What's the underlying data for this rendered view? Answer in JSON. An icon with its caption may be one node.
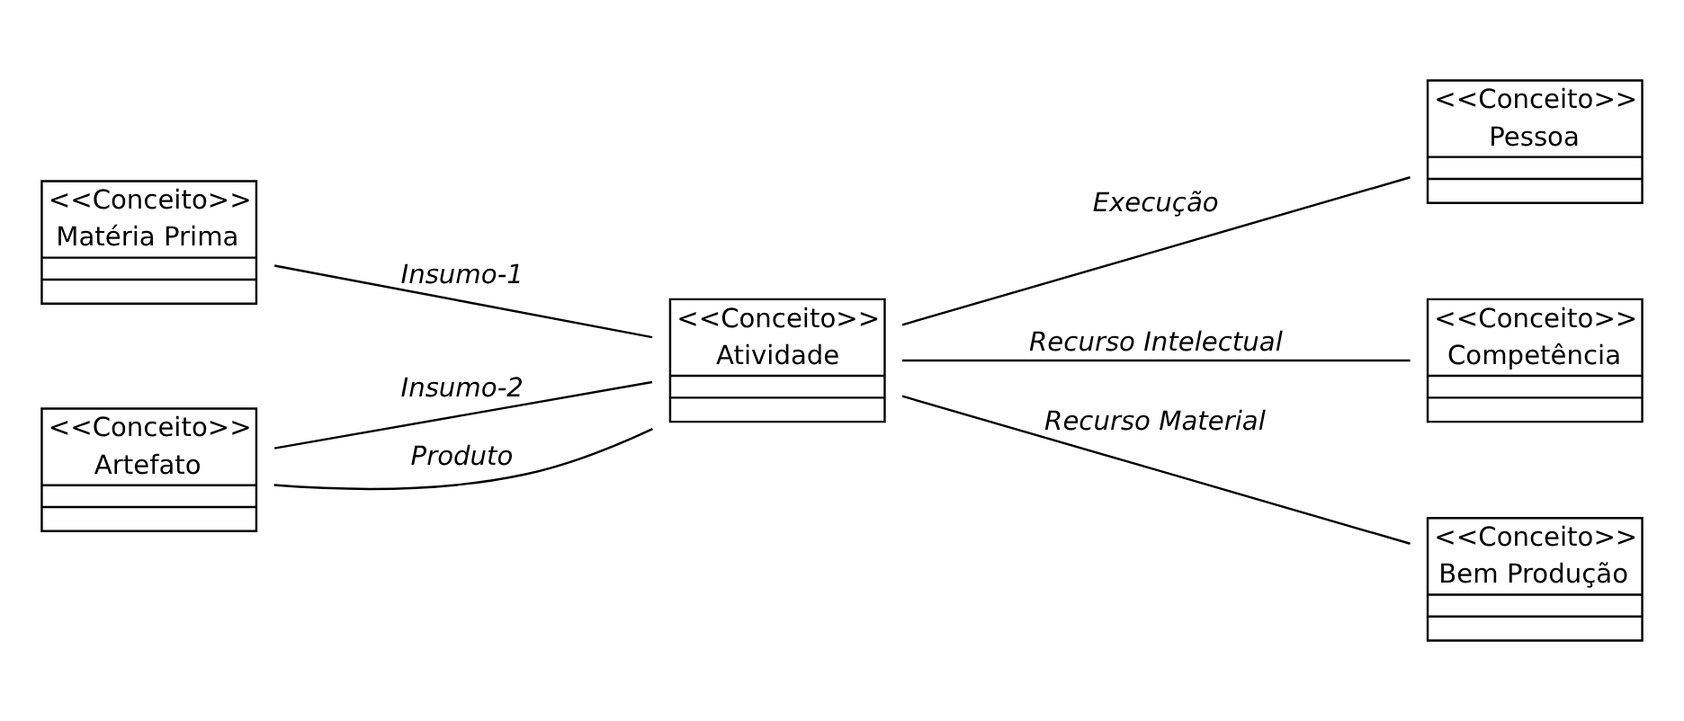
{
  "diagram": {
    "nodes": [
      {
        "text": [
          "<<Conceito>>",
          "Matéria Prima"
        ]
      },
      {
        "text": [
          "<<Conceito>>",
          "Pessoa"
        ]
      },
      {
        "text": [
          "<<Conceito>>",
          "Artefato"
        ]
      },
      {
        "text": [
          "<<Conceito>>",
          "Atividade"
        ]
      },
      {
        "text": [
          "<<Conceito>>",
          "Competência"
        ]
      },
      {
        "text": [
          "<<Conceito>>",
          "Bem Produção"
        ]
      }
    ],
    "edges": [
      {
        "from": 0,
        "to": 3,
        "arrow": "none",
        "label": "Insumo-1"
      },
      {
        "from": 3,
        "to": 1,
        "arrow": "none",
        "label": "Execução"
      },
      {
        "from": 2,
        "to": 3,
        "arrow": "none",
        "label": "Insumo-2"
      },
      {
        "from": 3,
        "to": 4,
        "arrow": "none",
        "label": "Recurso Intelectual"
      },
      {
        "from": 2,
        "to": 3,
        "arrow": "none",
        "label": "Produto"
      },
      {
        "from": 3,
        "to": 5,
        "arrow": "none",
        "label": "Recurso Material"
      }
    ]
  }
}
